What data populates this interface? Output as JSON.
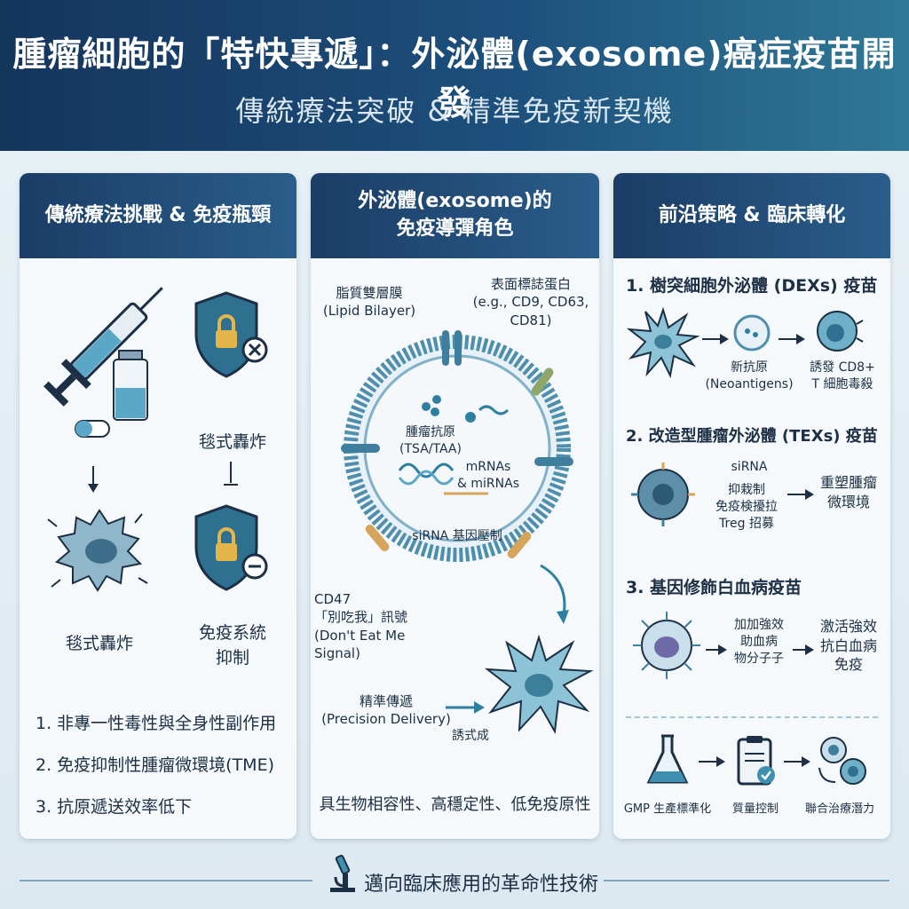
{
  "header": {
    "title": "腫瘤細胞的「特快專遞」：外泌體(exosome)癌症疫苗開發",
    "subtitle": "傳統療法突破 & 精準免疫新契機"
  },
  "left": {
    "heading": "傳統療法挑戰 & 免疫瓶頸",
    "label_top_right": "毯式轟炸",
    "label_bottom_left": "毯式轟炸",
    "label_bottom_right": "免疫系統\n抑制",
    "points": [
      "1. 非專一性毒性與全身性副作用",
      "2. 免疫抑制性腫瘤微環境(TME)",
      "3. 抗原遞送效率低下"
    ]
  },
  "middle": {
    "heading": "外泌體(exosome)的\n免疫導彈角色",
    "membrane": "脂質雙層膜\n(Lipid Bilayer)",
    "markers": "表面標誌蛋白\n(e.g., CD9, CD63,\nCD81)",
    "tumor_antigen": "腫瘤抗原\n(TSA/TAA)",
    "rnas": "mRNAs\n& miRNAs",
    "sirna": "siRNA 基因壓制",
    "cd47": "CD47\n「別吃我」訊號\n(Don't Eat Me Signal)",
    "delivery": "精準傳遞\n(Precision Delivery)",
    "induce": "誘式成",
    "bottom": "具生物相容性、高穩定性、低免疫原性"
  },
  "right": {
    "heading": "前沿策略 & 臨床轉化",
    "s1_title": "1. 樹突細胞外泌體 (DEXs) 疫苗",
    "s1_neo": "新抗原\n(Neoantigens)",
    "s1_result": "誘發 CD8+\nT 細胞毒殺",
    "s2_title": "2. 改造型腫瘤外泌體 (TEXs) 疫苗",
    "s2_sirna": "siRNA",
    "s2_inhibit": "抑栽制\n免疫検擾拉\nTreg 招募",
    "s2_result": "重塑腫瘤\n微環境",
    "s3_title": "3. 基因修飾白血病疫苗",
    "s3_mid": "加加強效\n助血病\n物分子子",
    "s3_result": "激活強效\n抗白血病\n免疫",
    "gmp": "GMP 生產標準化",
    "qc": "質量控制",
    "combo": "聯合治療潛力"
  },
  "footer": {
    "text": "邁向臨床應用的革命性技術"
  },
  "colors": {
    "navy": "#1a3d66",
    "teal": "#2a7a9a",
    "cell": "#6fb0c8",
    "shield": "#2f6f8f"
  }
}
